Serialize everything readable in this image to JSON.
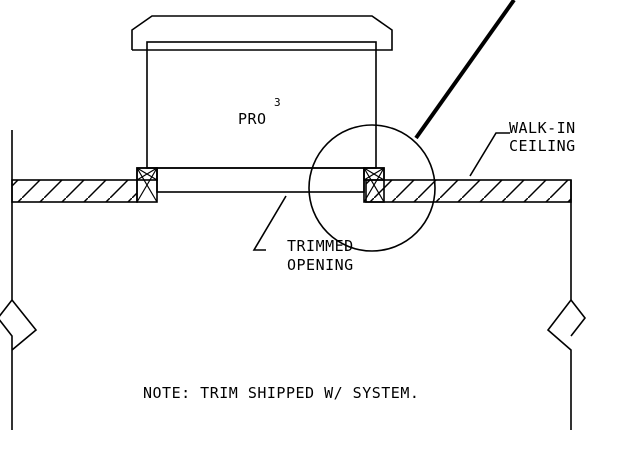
{
  "unit": {
    "label": "PRO",
    "superscript": "3"
  },
  "callouts": {
    "ceiling_line1": "WALK-IN",
    "ceiling_line2": "CEILING",
    "opening_line1": "TRIMMED",
    "opening_line2": "OPENING"
  },
  "note": "NOTE: TRIM SHIPPED W/ SYSTEM."
}
